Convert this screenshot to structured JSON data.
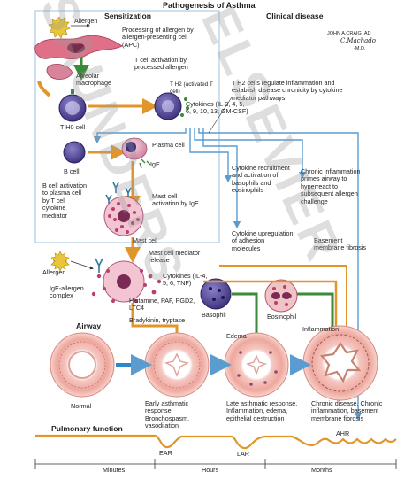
{
  "title": "Pathogenesis of Asthma",
  "sections": {
    "sensitization": "Sensitization",
    "clinical_disease": "Clinical disease",
    "airway": "Airway",
    "pulmonary_function": "Pulmonary function"
  },
  "signature": {
    "line1": "JOHN A.CRAIG_AD",
    "line2": "C.Machado",
    "line3": "-M.D."
  },
  "labels": {
    "allergen_top": "Allergen",
    "processing": "Processing of allergen by allergen-presenting cell (APC)",
    "alveolar_macrophage": "Alveolar macrophage",
    "t_cell_activation": "T cell activation by processed allergen",
    "th0_cell": "T H0 cell",
    "th2_activated": "T H2 (activated T cell)",
    "cytokines_top": "Cytokines (IL-3, 4, 5, 6, 9, 10, 13, GM-CSF)",
    "th2_regulate": "T H2 cells regulate inflammation and establish disease chronicity by cytokine mediator pathways",
    "b_cell": "B cell",
    "plasma_cell": "Plasma cell",
    "ige": "IgE",
    "b_cell_activation": "B cell activation to plasma cell by T cell cytokine mediator",
    "mast_cell_activation": "Mast cell activation by IgE",
    "mast_cell": "Mast cell",
    "cytokine_recruitment": "Cytokine recruitment and activation of basophils and eosinophils",
    "chronic_inflammation": "Chronic inflammation primes airway to hyperreact to subsequent allergen challenge",
    "cytokine_upregulation": "Cytokine upregulation of adhesion molecules",
    "basement_membrane": "Basement membrane fibrosis",
    "allergen_mid": "Allergen",
    "ige_allergen": "IgE-allergen complex",
    "mast_mediator": "Mast cell mediator release",
    "cytokines_mid": "Cytokines (IL-4, 5, 6, TNF)",
    "histamine": "Histamine, PAF, PGD2, LTC4",
    "bradykinin": "Bradykinin, tryptase",
    "basophil": "Basophil",
    "eosinophil": "Eosinophil",
    "edema": "Edema",
    "inflammation": "Inflammation",
    "normal": "Normal",
    "early_response": "Early asthmatic response. Bronchospasm, vasodilation",
    "late_response": "Late asthmatic response. Inflammation, edema, epithelial destruction",
    "chronic_disease": "Chronic disease. Chronic inflammation, basement membrane fibrosis"
  },
  "pulmonary": {
    "ear": "EAR",
    "lar": "LAR",
    "ahr": "AHR",
    "minutes": "Minutes",
    "hours": "Hours",
    "months": "Months"
  },
  "watermark": {
    "left": "SAUNDERS",
    "right": "ELSEVIER"
  },
  "colors": {
    "arrow_orange": "#e0962a",
    "arrow_green": "#3a8a3a",
    "line_blue": "#5a9ccf",
    "cell_purple": "#4a3a8a",
    "cell_pink": "#d88aa8",
    "tissue_pink": "#f2b9b0",
    "allergen_yellow": "#e3c028"
  }
}
